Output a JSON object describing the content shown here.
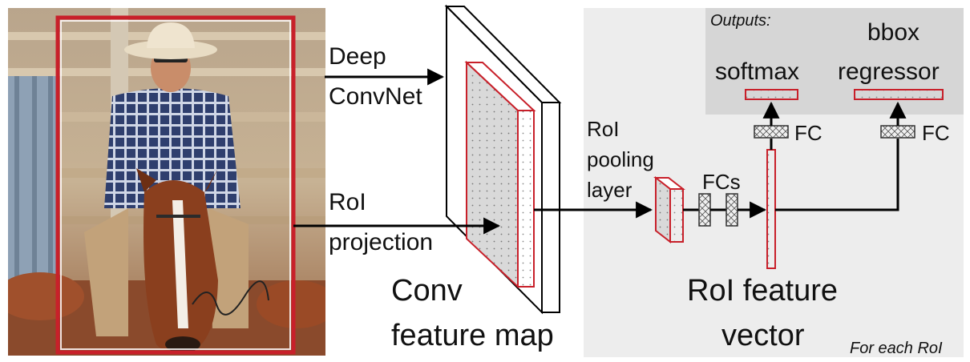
{
  "labels": {
    "deep": "Deep",
    "convnet": "ConvNet",
    "roi": "RoI",
    "projection": "projection",
    "conv": "Conv",
    "feature_map": "feature map",
    "roi_pool_1": "RoI",
    "roi_pool_2": "pooling",
    "roi_pool_3": "layer",
    "fcs": "FCs",
    "outputs": "Outputs:",
    "softmax": "softmax",
    "bbox": "bbox",
    "regressor": "regressor",
    "fc_left": "FC",
    "fc_right": "FC",
    "roi_feature": "RoI feature",
    "vector": "vector",
    "for_each_roi": "For each RoI"
  },
  "colors": {
    "accent_red": "#c8202a",
    "panel_gray": "#ededed",
    "outputs_gray": "#d6d6d6"
  }
}
